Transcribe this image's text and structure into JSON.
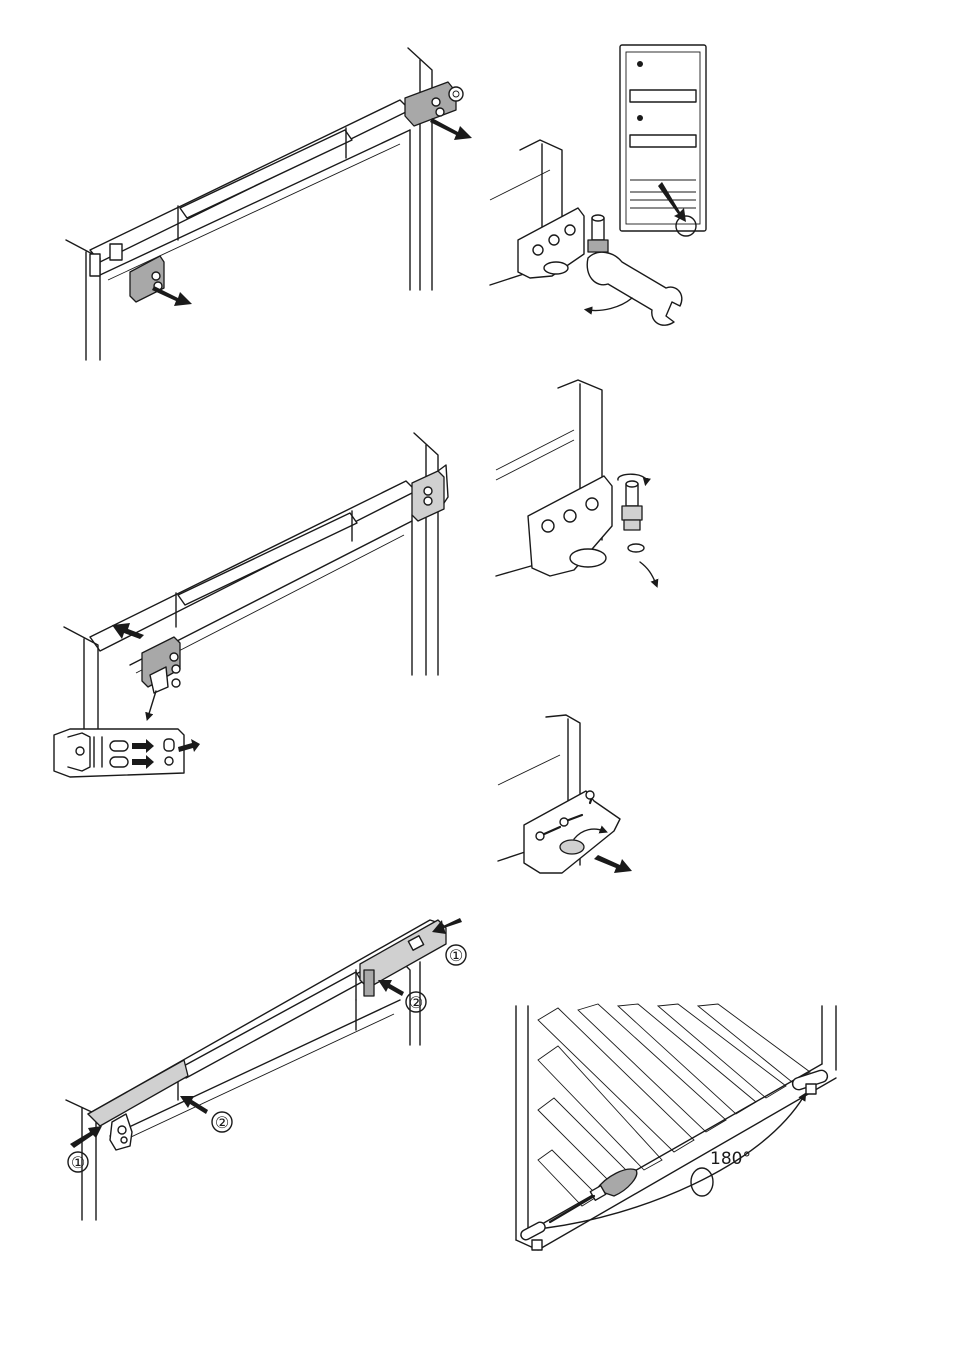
{
  "figures": [
    {
      "id": "fig-top-left",
      "callouts": []
    },
    {
      "id": "fig-top-right",
      "callouts": []
    },
    {
      "id": "fig-mid-left",
      "callouts": []
    },
    {
      "id": "fig-mid-right",
      "callouts": []
    },
    {
      "id": "fig-lower-right",
      "callouts": []
    },
    {
      "id": "fig-bottom-left",
      "callouts": [
        "①",
        "②",
        "②",
        "①"
      ]
    },
    {
      "id": "fig-bottom-right",
      "callouts": [
        "180°"
      ]
    }
  ],
  "icons": [
    "arrow-icon",
    "wrench-icon",
    "screw-icon",
    "screwdriver-icon",
    "hinge-icon"
  ],
  "colors": {
    "line": "#1a1a1a",
    "grey_part": "#a8a8a8",
    "light_part": "#d0d0d0",
    "background": "#ffffff"
  }
}
